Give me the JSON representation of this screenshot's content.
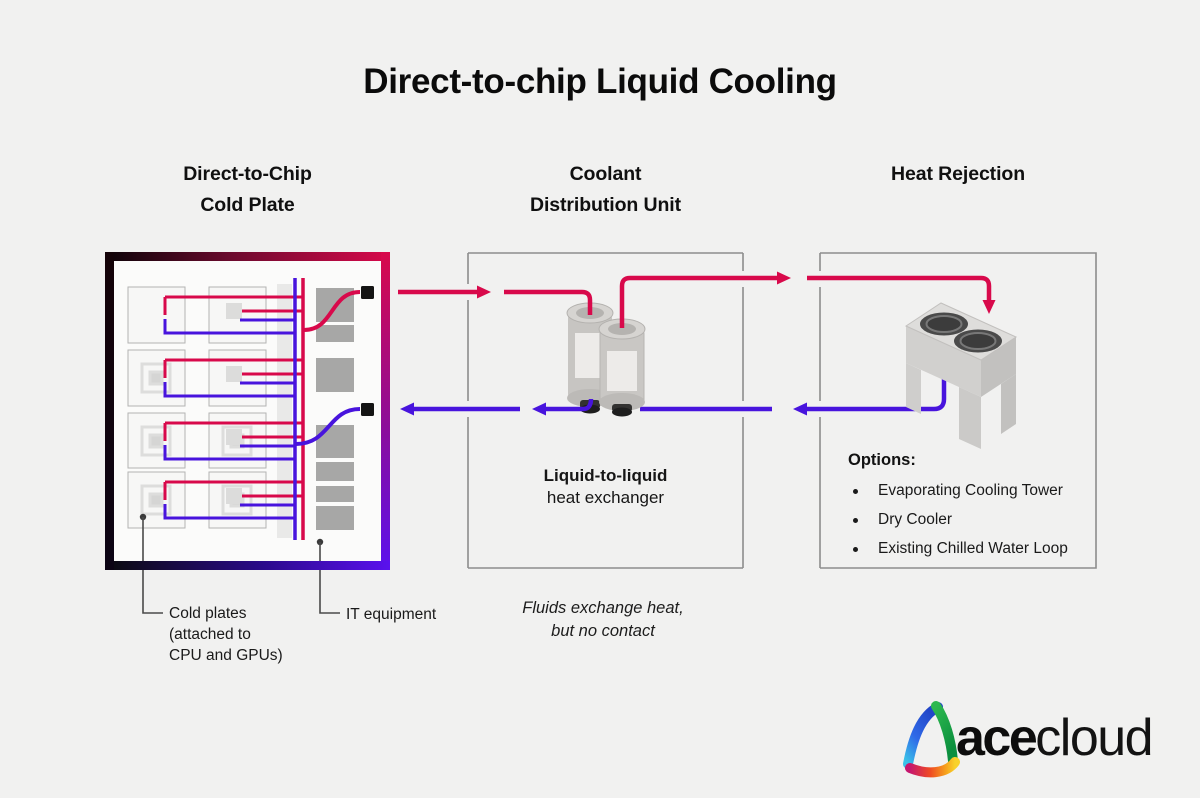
{
  "page": {
    "title": "Direct-to-chip Liquid Cooling",
    "background": "#f1f1f0"
  },
  "columns": {
    "cold_plate": {
      "line1": "Direct-to-Chip",
      "line2": "Cold Plate"
    },
    "cdu": {
      "line1": "Coolant",
      "line2": "Distribution Unit"
    },
    "heat_rejection": {
      "line1": "Heat Rejection",
      "line2": ""
    }
  },
  "cold_plate_box": {
    "label_cold_plates": "Cold plates\n(attached to\nCPU and GPUs)",
    "label_it_equipment": "IT equipment"
  },
  "cdu_box": {
    "exchanger_title": "Liquid-to-liquid",
    "exchanger_subtitle": "heat exchanger",
    "caption": "Fluids exchange heat,\nbut no contact"
  },
  "heat_rejection_box": {
    "options_heading": "Options:",
    "options": [
      "Evaporating Cooling Tower",
      "Dry Cooler",
      "Existing Chilled Water Loop"
    ]
  },
  "flows": {
    "hot_loop_color": "#d8094b",
    "cold_loop_color": "#4814dd",
    "frame_gradient_end": "#5a11ee"
  },
  "logo": {
    "text_bold": "ace",
    "text_light": "cloud"
  }
}
